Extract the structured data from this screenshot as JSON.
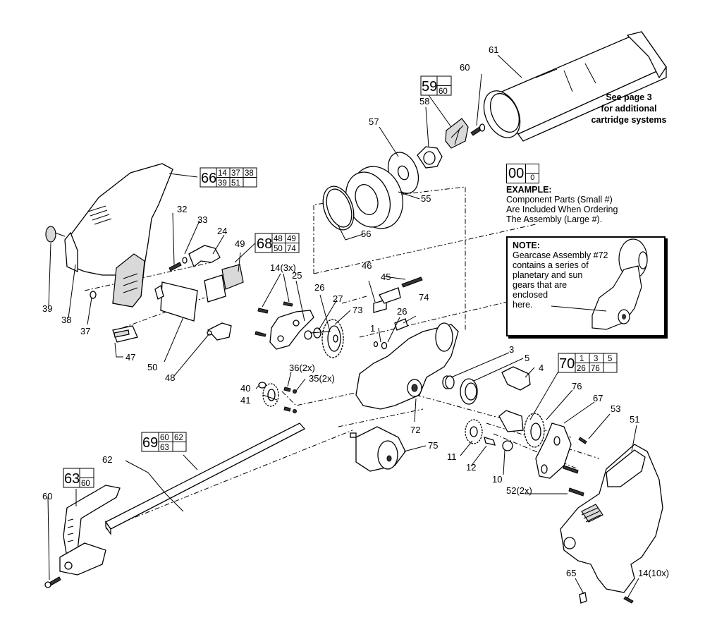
{
  "diagram": {
    "type": "exploded-parts-diagram",
    "subject": "Cordless caulk / adhesive gun"
  },
  "annotations": {
    "see_page": [
      "See page 3",
      "for additional",
      "cartridge systems"
    ],
    "example": {
      "kit_number": "00",
      "kit_components": [
        "",
        "0"
      ],
      "heading": "EXAMPLE:",
      "lines": [
        "Component Parts (Small #)",
        "Are Included When Ordering",
        "The Assembly (Large #)."
      ]
    },
    "note": {
      "heading": "NOTE:",
      "lines": [
        "Gearcase Assembly #72",
        "contains a series of",
        "planetary and sun",
        "gears that are",
        "enclosed",
        "here."
      ]
    }
  },
  "kits": {
    "k66": {
      "number": "66",
      "components": [
        "14",
        "37",
        "38",
        "39",
        "51",
        ""
      ]
    },
    "k68": {
      "number": "68",
      "components": [
        "48",
        "49",
        "50",
        "74"
      ]
    },
    "k59": {
      "number": "59",
      "components": [
        "",
        "60"
      ]
    },
    "k70": {
      "number": "70",
      "components": [
        "1",
        "3",
        "5",
        "26",
        "76",
        ""
      ]
    },
    "k69": {
      "number": "69",
      "components": [
        "60",
        "62",
        "63",
        ""
      ]
    },
    "k63": {
      "number": "63",
      "components": [
        "",
        "60"
      ]
    }
  },
  "callouts": {
    "c61": "61",
    "c60a": "60",
    "c58": "58",
    "c57": "57",
    "c55": "55",
    "c56": "56",
    "c32": "32",
    "c33": "33",
    "c24": "24",
    "c49": "49",
    "c39": "39",
    "c38": "38",
    "c37": "37",
    "c47": "47",
    "c50": "50",
    "c48": "48",
    "c14a": "14(3x)",
    "c25": "25",
    "c26a": "26",
    "c27": "27",
    "c73": "73",
    "c46": "46",
    "c45": "45",
    "c74": "74",
    "c1": "1",
    "c26b": "26",
    "c3": "3",
    "c5": "5",
    "c4": "4",
    "c76": "76",
    "c67": "67",
    "c53": "53",
    "c51": "51",
    "c40": "40",
    "c41": "41",
    "c36": "36(2x)",
    "c35": "35(2x)",
    "c72": "72",
    "c75": "75",
    "c11": "11",
    "c12": "12",
    "c10": "10",
    "c52": "52(2x)",
    "c62": "62",
    "c60b": "60",
    "c65": "65",
    "c14b": "14(10x)"
  }
}
